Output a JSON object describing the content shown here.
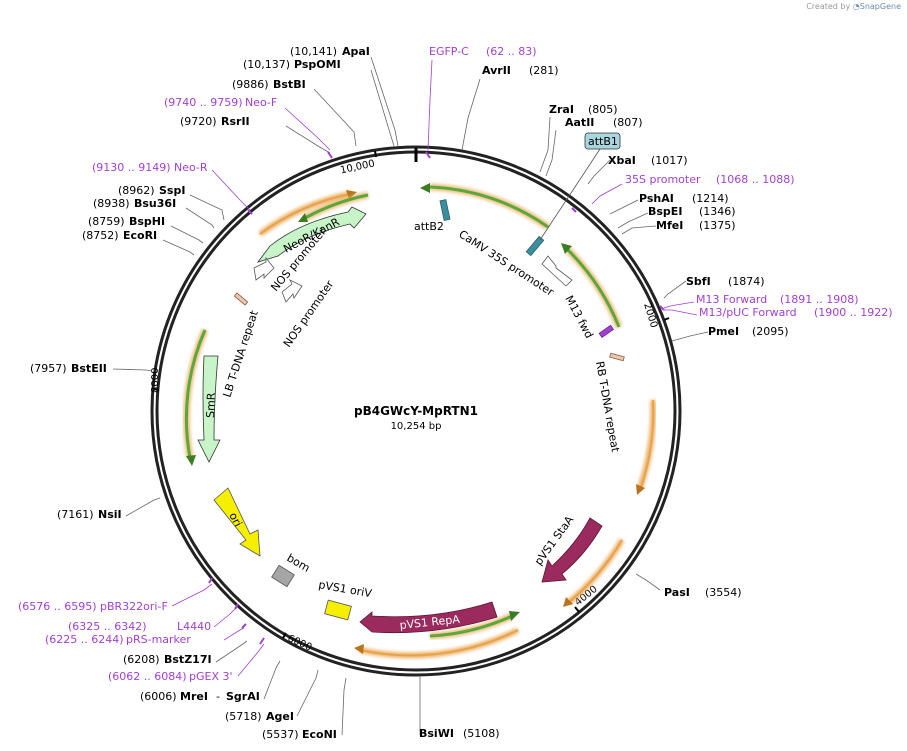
{
  "credit": {
    "prefix": "Created by",
    "brand": "SnapGene"
  },
  "plasmid": {
    "name": "pB4GWcY-MpRTN1",
    "length_label": "10,254 bp"
  },
  "ticks": [
    "10,000",
    "2000",
    "4000",
    "6000",
    "8000"
  ],
  "sites": [
    {
      "id": "apai",
      "name": "ApaI",
      "pos": "(10,141)"
    },
    {
      "id": "pspomi",
      "name": "PspOMI",
      "pos": "(10,137)"
    },
    {
      "id": "bstbi",
      "name": "BstBI",
      "pos": "(9886)"
    },
    {
      "id": "rsrii",
      "name": "RsrII",
      "pos": "(9720)"
    },
    {
      "id": "sspi",
      "name": "SspI",
      "pos": "(8962)"
    },
    {
      "id": "bsu36i",
      "name": "Bsu36I",
      "pos": "(8938)"
    },
    {
      "id": "bsphi",
      "name": "BspHI",
      "pos": "(8759)"
    },
    {
      "id": "ecori",
      "name": "EcoRI",
      "pos": "(8752)"
    },
    {
      "id": "bsteii",
      "name": "BstEII",
      "pos": "(7957)"
    },
    {
      "id": "nsii",
      "name": "NsiI",
      "pos": "(7161)"
    },
    {
      "id": "bstz17i",
      "name": "BstZ17I",
      "pos": "(6208)"
    },
    {
      "id": "agei",
      "name": "AgeI",
      "pos": "(5718)"
    },
    {
      "id": "econi",
      "name": "EcoNI",
      "pos": "(5537)"
    },
    {
      "id": "bsiwi",
      "name": "BsiWI",
      "pos": "(5108)"
    },
    {
      "id": "pasi",
      "name": "PasI",
      "pos": "(3554)"
    },
    {
      "id": "pmei",
      "name": "PmeI",
      "pos": "(2095)"
    },
    {
      "id": "sbfi",
      "name": "SbfI",
      "pos": "(1874)"
    },
    {
      "id": "mfei",
      "name": "MfeI",
      "pos": "(1375)"
    },
    {
      "id": "bspei",
      "name": "BspEI",
      "pos": "(1346)"
    },
    {
      "id": "pshai",
      "name": "PshAI",
      "pos": "(1214)"
    },
    {
      "id": "xbai",
      "name": "XbaI",
      "pos": "(1017)"
    },
    {
      "id": "aatii",
      "name": "AatII",
      "pos": "(807)"
    },
    {
      "id": "zrai",
      "name": "ZraI",
      "pos": "(805)"
    },
    {
      "id": "avrii",
      "name": "AvrII",
      "pos": "(281)"
    }
  ],
  "mrei_sgrai": {
    "pos": "(6006)",
    "name1": "MreI",
    "sep": "-",
    "name2": "SgrAI"
  },
  "primers": [
    {
      "id": "egfp",
      "range": "(62 .. 83)",
      "name": "EGFP-C"
    },
    {
      "id": "neof",
      "range": "(9740 .. 9759)",
      "name": "Neo-F"
    },
    {
      "id": "neor",
      "range": "(9130 .. 9149)",
      "name": "Neo-R"
    },
    {
      "id": "s35promoter",
      "range": "(1068 .. 1088)",
      "name": "35S promoter"
    },
    {
      "id": "m13fwd",
      "range": "(1891 .. 1908)",
      "name": "M13 Forward"
    },
    {
      "id": "m13puc",
      "range": "(1900 .. 1922)",
      "name": "M13/pUC Forward"
    },
    {
      "id": "pbr322",
      "range": "(6576 .. 6595)",
      "name": "pBR322ori-F"
    },
    {
      "id": "l4440",
      "range": "(6325 .. 6342)",
      "name": "L4440"
    },
    {
      "id": "prs",
      "range": "(6225 .. 6244)",
      "name": "pRS-marker"
    },
    {
      "id": "pgex",
      "range": "(6062 .. 6084)",
      "name": "pGEX 3'"
    }
  ],
  "features": {
    "attb1": "attB1",
    "attb2": "attB2",
    "camv35s": "CaMV 35S promoter",
    "m13fwd": "M13 fwd",
    "rb": "RB T-DNA repeat",
    "lb": "LB T-DNA repeat",
    "neor": "NeoR/KanR",
    "nos1": "NOS promoter",
    "nos2": "NOS promoter",
    "smr": "SmR",
    "ori": "ori",
    "bom": "bom",
    "pvs1ori": "pVS1 oriV",
    "pvs1repa": "pVS1 RepA",
    "pvs1staa": "pVS1 StaA"
  },
  "colors": {
    "primer": "#a23fd4",
    "orf_green": "#5aa83c",
    "orf_glow": "#e8a34a",
    "repa": "#9b2b5e",
    "ori_yellow": "#f6ef00"
  }
}
